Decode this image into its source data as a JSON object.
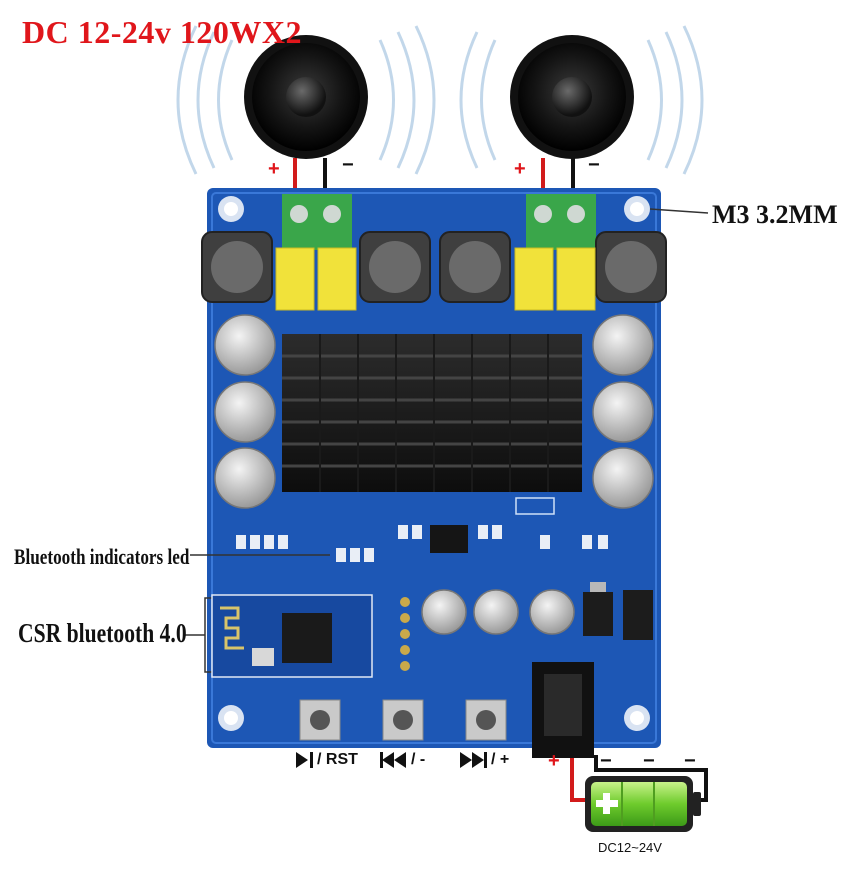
{
  "title": "DC 12-24v 120WX2",
  "callouts": {
    "mount_hole": "M3 3.2MM",
    "bt_led": "Bluetooth indicators led",
    "bt_module": "CSR bluetooth 4.0"
  },
  "buttons": {
    "play": "/ RST",
    "prev": "/ -",
    "next": "/ +"
  },
  "polarity": {
    "plus": "+",
    "minus": "−"
  },
  "battery_label": "DC12~24V",
  "colors": {
    "title": "#e0161b",
    "pcb": "#1d57b5",
    "terminal": "#3aa64a",
    "capacitor": "#f1e23a",
    "battery": "#7fd43a"
  }
}
